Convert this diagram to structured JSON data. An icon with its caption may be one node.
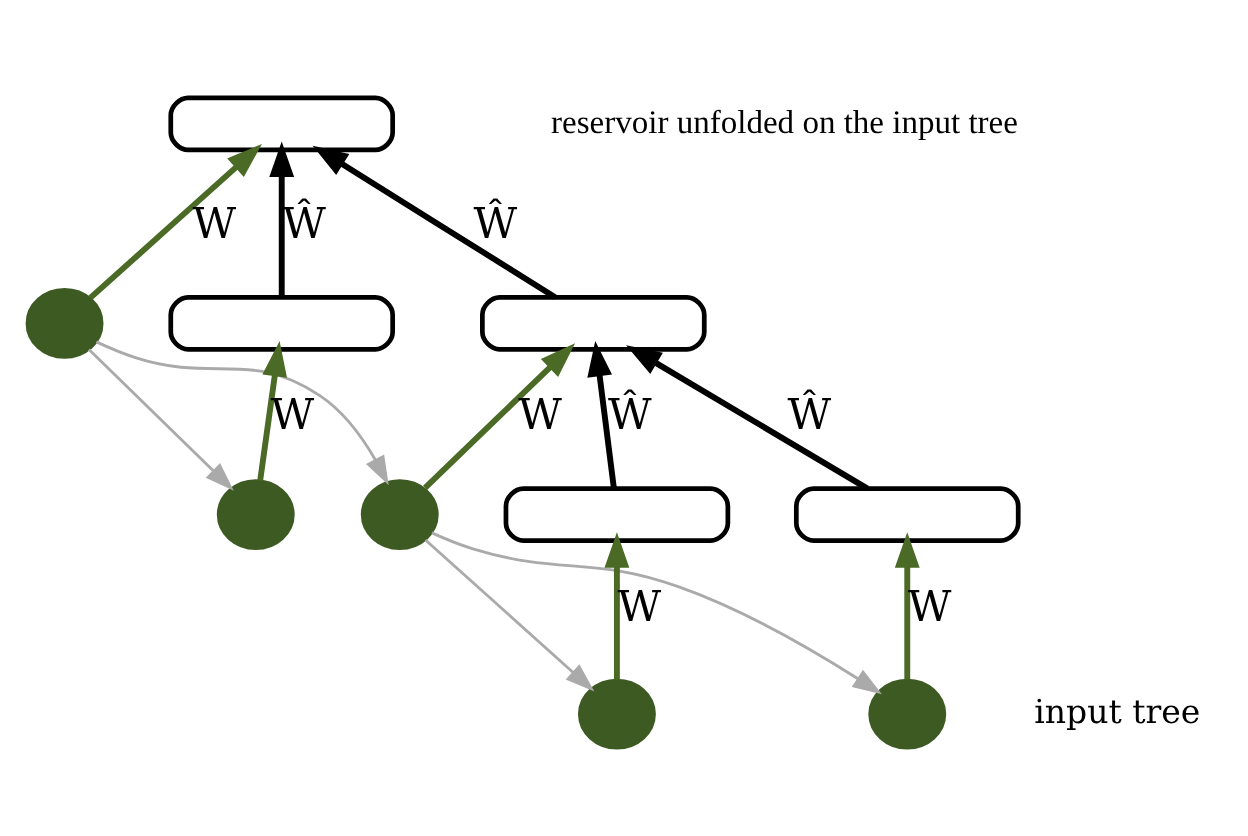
{
  "diagram": {
    "nodes": [
      {
        "text": [],
        "shape": "box"
      },
      {
        "text": [],
        "shape": "circle"
      },
      {
        "text": [],
        "shape": "box"
      },
      {
        "text": [],
        "shape": "box"
      },
      {
        "text": [],
        "shape": "circle"
      },
      {
        "text": [],
        "shape": "circle"
      },
      {
        "text": [],
        "shape": "box"
      },
      {
        "text": [],
        "shape": "box"
      },
      {
        "text": [],
        "shape": "circle"
      },
      {
        "text": [],
        "shape": "circle"
      }
    ],
    "edges": [
      {
        "from": 1,
        "to": 0,
        "arrow": "to",
        "label": "W"
      },
      {
        "from": 2,
        "to": 0,
        "arrow": "to",
        "label": "Ŵ",
        "color": "#000000"
      },
      {
        "from": 3,
        "to": 0,
        "arrow": "to",
        "label": "Ŵ",
        "color": "#000000"
      },
      {
        "from": 1,
        "to": 4,
        "arrow": "to",
        "color": "#aaaaaa"
      },
      {
        "from": 1,
        "to": 5,
        "arrow": "to",
        "color": "#aaaaaa"
      },
      {
        "from": 4,
        "to": 2,
        "arrow": "to",
        "label": "W"
      },
      {
        "from": 5,
        "to": 3,
        "arrow": "to",
        "label": "W"
      },
      {
        "from": 6,
        "to": 3,
        "arrow": "to",
        "label": "Ŵ",
        "color": "#000000"
      },
      {
        "from": 7,
        "to": 3,
        "arrow": "to",
        "label": "Ŵ",
        "color": "#000000"
      },
      {
        "from": 5,
        "to": 8,
        "arrow": "to",
        "color": "#aaaaaa"
      },
      {
        "from": 5,
        "to": 9,
        "arrow": "to",
        "color": "#aaaaaa"
      },
      {
        "from": 8,
        "to": 6,
        "arrow": "to",
        "label": "W"
      },
      {
        "from": 9,
        "to": 7,
        "arrow": "to",
        "label": "W"
      }
    ],
    "labels": [
      "reservoir unfolded on the input tree",
      "input tree"
    ]
  }
}
